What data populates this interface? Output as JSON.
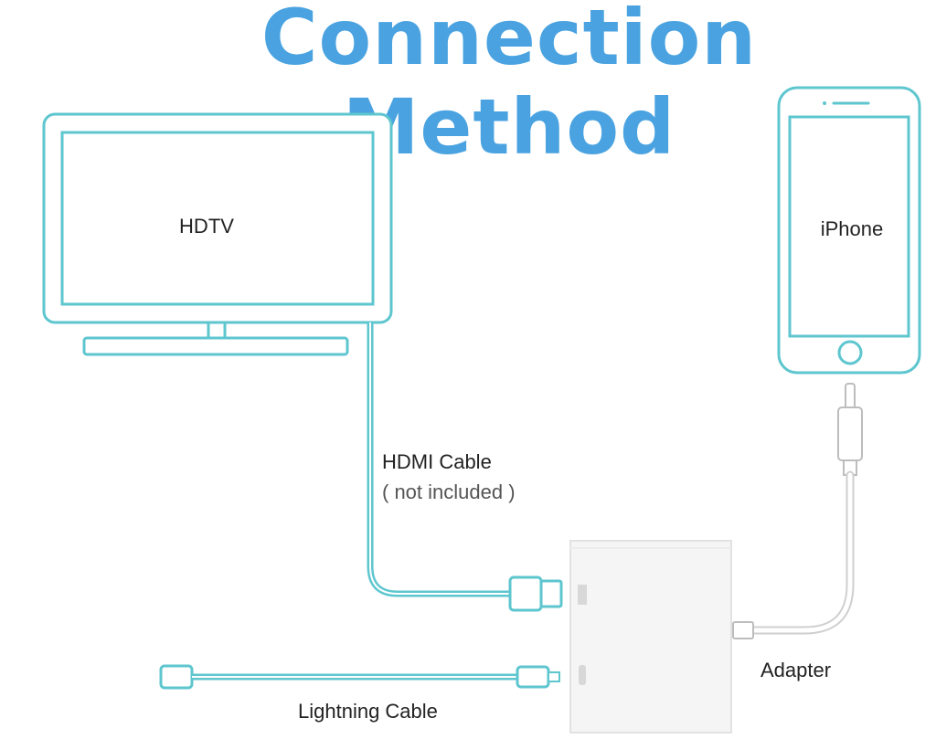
{
  "title": "Connection Method",
  "labels": {
    "hdtv": "HDTV",
    "iphone": "iPhone",
    "hdmi_cable": "HDMI Cable",
    "hdmi_note": "( not included )",
    "adapter": "Adapter",
    "lightning_cable": "Lightning Cable"
  },
  "colors": {
    "title": "#4aa3e0",
    "outline": "#5ec6cf",
    "adapter_fill": "#f5f5f5"
  }
}
